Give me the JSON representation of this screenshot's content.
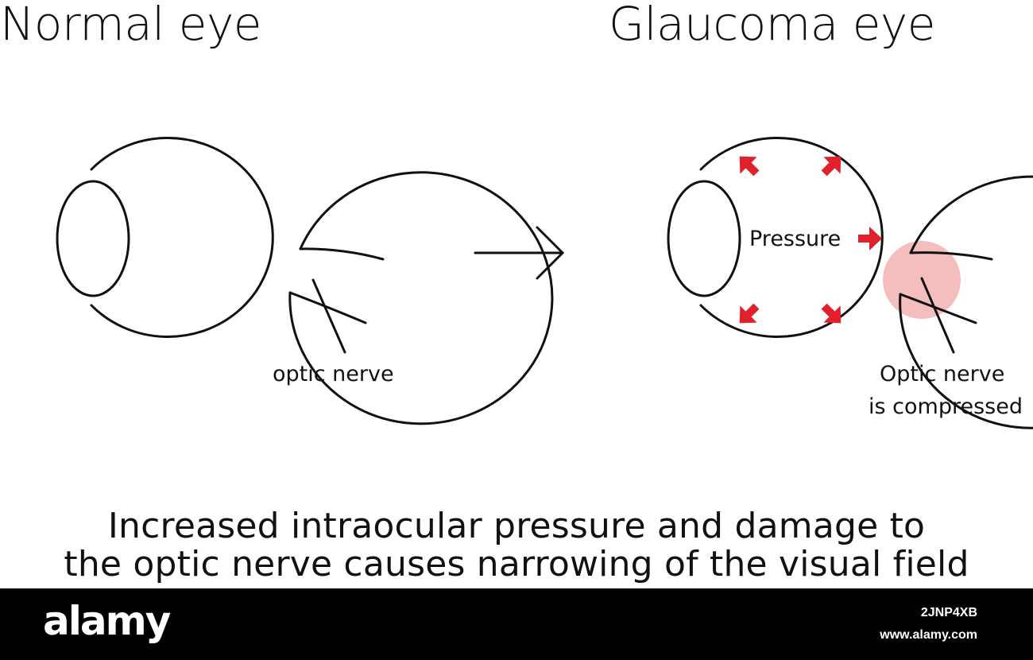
{
  "titles": {
    "normal": "Normal eye",
    "glaucoma": "Glaucoma eye"
  },
  "labels": {
    "optic_nerve": "optic nerve",
    "pressure": "Pressure",
    "compressed_line1": "Optic nerve",
    "compressed_line2": "is compressed"
  },
  "caption": {
    "line1": "Increased intraocular pressure and damage to",
    "line2": "the optic nerve causes narrowing of the visual field"
  },
  "footer": {
    "brand": "alamy",
    "image_id": "2JNP4XB",
    "site": "www.alamy.com"
  },
  "colors": {
    "arrow_red": "#e0202a",
    "highlight_pink": "#f2b3b3",
    "line": "#111111",
    "footer_bg": "#000000"
  },
  "icons": {
    "transition_arrow": "right-arrow-icon",
    "pressure_arrows": "red-block-arrow-icon"
  }
}
